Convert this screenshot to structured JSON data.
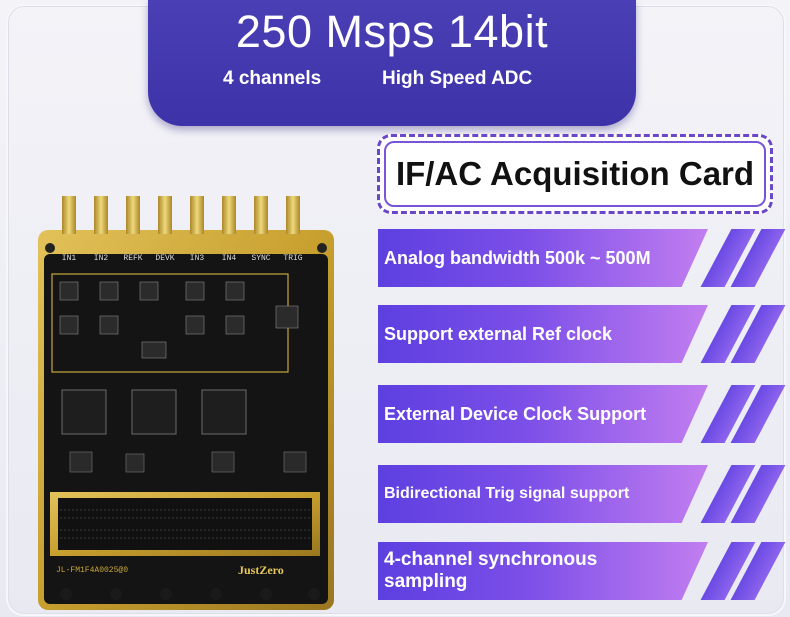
{
  "header": {
    "title": "250 Msps  14bit",
    "channels": "4 channels",
    "adc": "High Speed ADC"
  },
  "card_title": "IF/AC Acquisition Card",
  "features": [
    {
      "label": "Analog bandwidth 500k ~ 500M"
    },
    {
      "label": "Support external Ref clock"
    },
    {
      "label": "External Device Clock Support"
    },
    {
      "label": "Bidirectional Trig signal support"
    },
    {
      "label": "4-channel synchronous sampling"
    }
  ],
  "board": {
    "connectors": [
      "IN1",
      "IN2",
      "REFK",
      "DEVK",
      "IN3",
      "IN4",
      "SYNC",
      "TRIG"
    ],
    "brand": "JustZero",
    "part_number": "JL-FM1F4A0025@0"
  },
  "colors": {
    "header": "#3d32a7",
    "feature_start": "#5d3fe0",
    "feature_end": "#c27ef0",
    "board_gold": "#c9a63a",
    "pcb": "#141414"
  }
}
